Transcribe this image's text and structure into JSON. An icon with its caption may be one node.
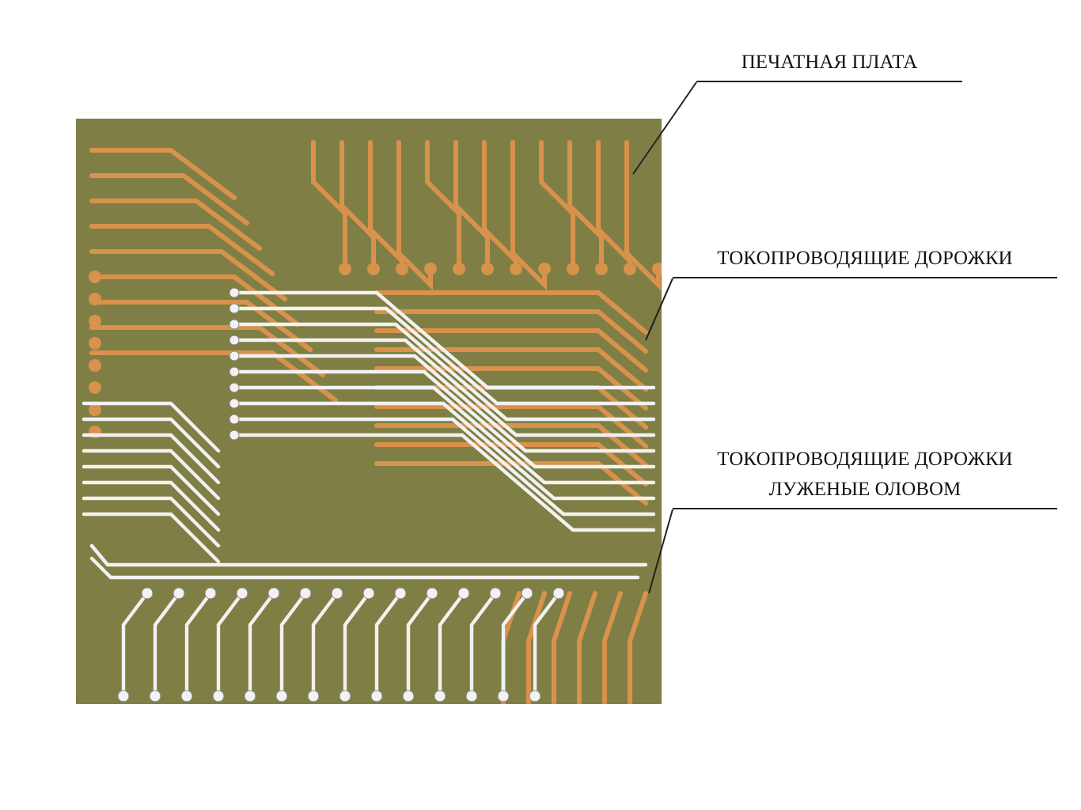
{
  "diagram": {
    "nodes": [
      {
        "text": [],
        "shape": "picture"
      },
      {
        "text": [
          "ПЕЧАТНАЯ ПЛАТА"
        ]
      },
      {
        "text": [
          "ТОКОПРОВОДЯЩИЕ ДОРОЖКИ"
        ]
      },
      {
        "text": [
          "ТОКОПРОВОДЯЩИЕ ДОРОЖКИ ЛУЖЕНЫЕ ОЛОВОМ"
        ]
      }
    ],
    "edges": [
      {
        "from": 1,
        "to": 0,
        "arrow": "none"
      },
      {
        "from": 2,
        "to": 0,
        "arrow": "none"
      },
      {
        "from": 3,
        "to": 0,
        "arrow": "none"
      }
    ]
  }
}
